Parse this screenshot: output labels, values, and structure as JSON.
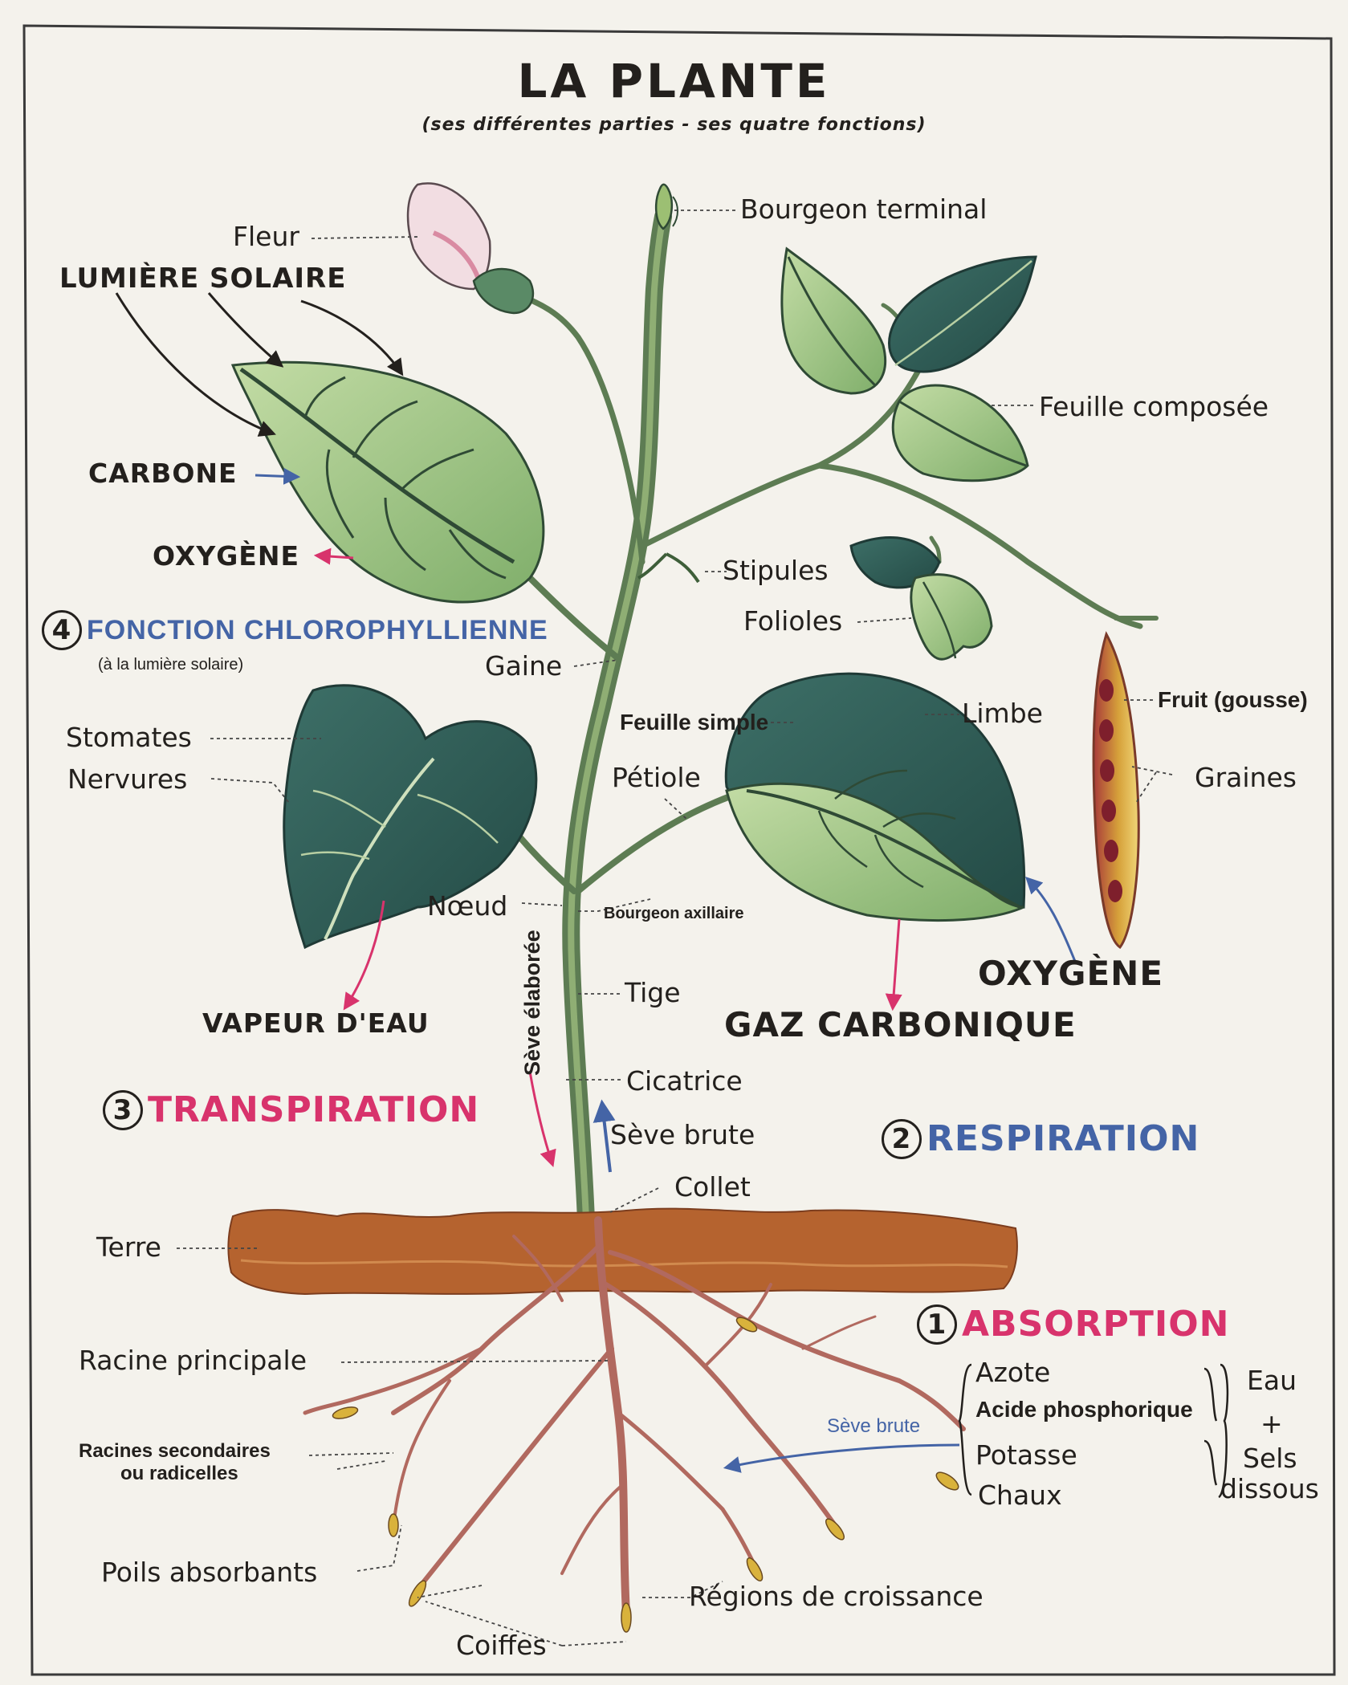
{
  "poster": {
    "title": "LA  PLANTE",
    "subtitle": "(ses différentes parties - ses quatre fonctions)"
  },
  "labels": {
    "fleur": "Fleur",
    "lumiere_solaire": "LUMIÈRE SOLAIRE",
    "carbone": "CARBONE",
    "oxygene_left": "OXYGÈNE",
    "bourgeon_terminal": "Bourgeon terminal",
    "feuille_composee": "Feuille composée",
    "stipules": "Stipules",
    "folioles": "Folioles",
    "gaine": "Gaine",
    "fruit": "Fruit (gousse)",
    "graines": "Graines",
    "limbe": "Limbe",
    "feuille_simple": "Feuille simple",
    "petiole": "Pétiole",
    "stomates": "Stomates",
    "nervures": "Nervures",
    "noeud": "Nœud",
    "bourgeon_axillaire": "Bourgeon axillaire",
    "seve_elaboree": "Sève élaborée",
    "tige": "Tige",
    "vapeur_eau": "VAPEUR D'EAU",
    "oxygene_right": "OXYGÈNE",
    "gaz_carbonique": "GAZ  CARBONIQUE",
    "cicatrice": "Cicatrice",
    "seve_brute": "Sève brute",
    "collet": "Collet",
    "terre": "Terre",
    "racine_principale": "Racine principale",
    "racines_secondaires_1": "Racines secondaires",
    "racines_secondaires_2": "ou radicelles",
    "seve_brute_root": "Sève brute",
    "poils_absorbants": "Poils absorbants",
    "regions_croissance": "Régions de croissance",
    "coiffes": "Coiffes"
  },
  "functions": [
    {
      "number": "4",
      "name": "FONCTION CHLOROPHYLLIENNE",
      "note": "(à la lumière solaire)"
    },
    {
      "number": "3",
      "name": "TRANSPIRATION"
    },
    {
      "number": "2",
      "name": "RESPIRATION"
    },
    {
      "number": "1",
      "name": "ABSORPTION"
    }
  ],
  "absorption": {
    "minerals": [
      "Azote",
      "Acide phosphorique",
      "Potasse",
      "Chaux"
    ],
    "water": "Eau",
    "plus": "+",
    "salts_1": "Sels",
    "salts_2": "dissous"
  },
  "colors": {
    "paper": "#f4f2ec",
    "leaf_light": "#a6c98a",
    "leaf_dark": "#2f5b56",
    "soil": "#b7602f",
    "root": "#b1695f",
    "pink_text": "#d8336c",
    "blue_text": "#4464a6"
  }
}
